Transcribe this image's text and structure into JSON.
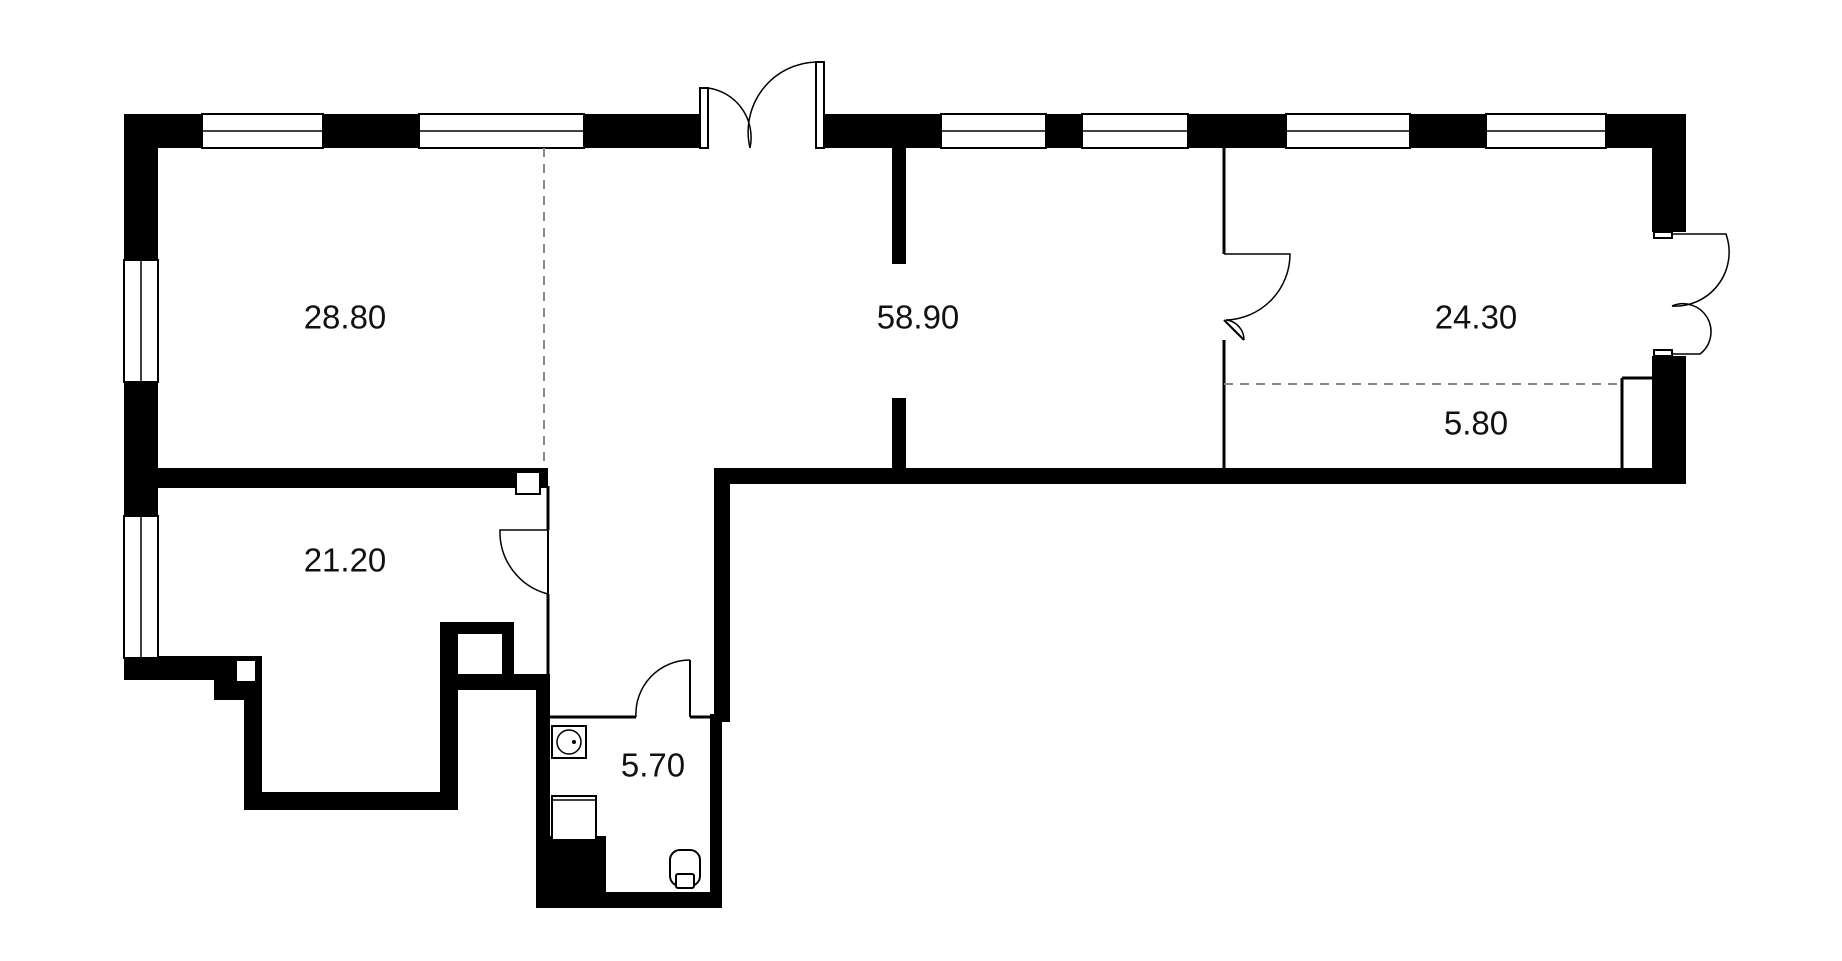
{
  "rooms": {
    "room_a": "28.80",
    "room_b": "58.90",
    "room_c": "24.30",
    "room_d": "5.80",
    "room_e": "21.20",
    "room_f": "5.70"
  }
}
